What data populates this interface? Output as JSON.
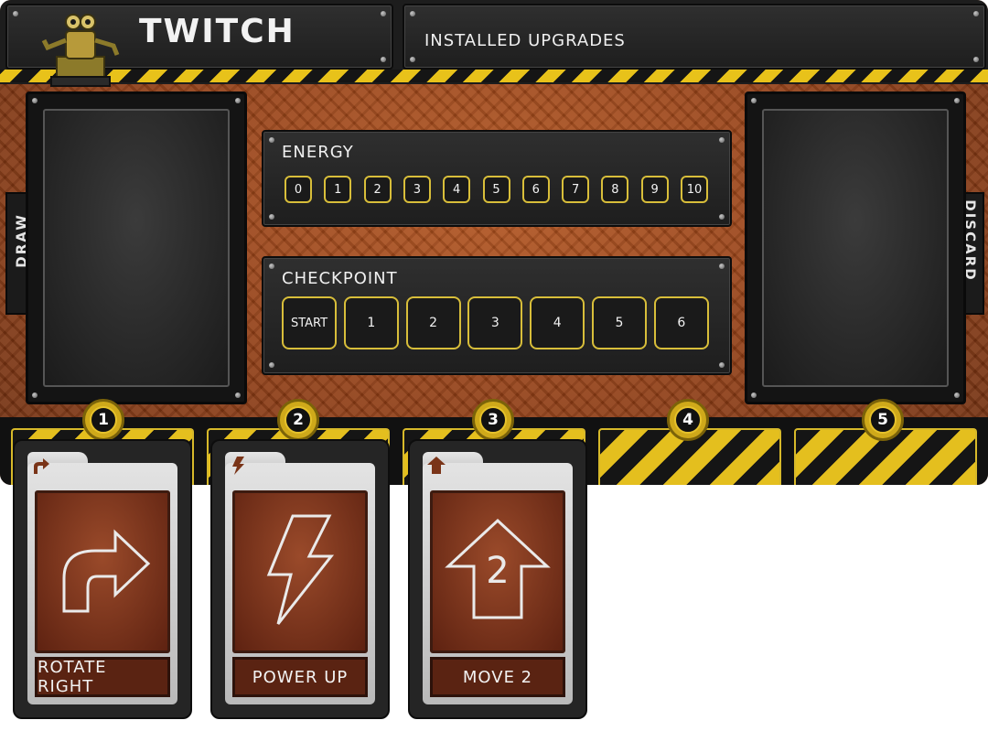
{
  "header": {
    "robot_name": "TWITCH",
    "upgrades_label": "INSTALLED UPGRADES",
    "robot_icon": "robot-mascot-icon"
  },
  "decks": {
    "draw_label": "DRAW",
    "discard_label": "DISCARD"
  },
  "energy": {
    "label": "ENERGY",
    "values": [
      "0",
      "1",
      "2",
      "3",
      "4",
      "5",
      "6",
      "7",
      "8",
      "9",
      "10"
    ]
  },
  "checkpoint": {
    "label": "CHECKPOINT",
    "values": [
      "START",
      "1",
      "2",
      "3",
      "4",
      "5",
      "6"
    ]
  },
  "registers": [
    "1",
    "2",
    "3",
    "4",
    "5"
  ],
  "cards": [
    {
      "name": "ROTATE RIGHT",
      "icon": "rotate-right-arrow-icon"
    },
    {
      "name": "POWER UP",
      "icon": "lightning-bolt-icon"
    },
    {
      "name": "MOVE 2",
      "icon": "move-2-arrow-icon",
      "icon_text": "2"
    }
  ],
  "colors": {
    "accent_yellow": "#d8be3a",
    "board_rust": "#8e3c14",
    "plate_dark": "#1e1e1e",
    "card_red": "#5a2312"
  }
}
